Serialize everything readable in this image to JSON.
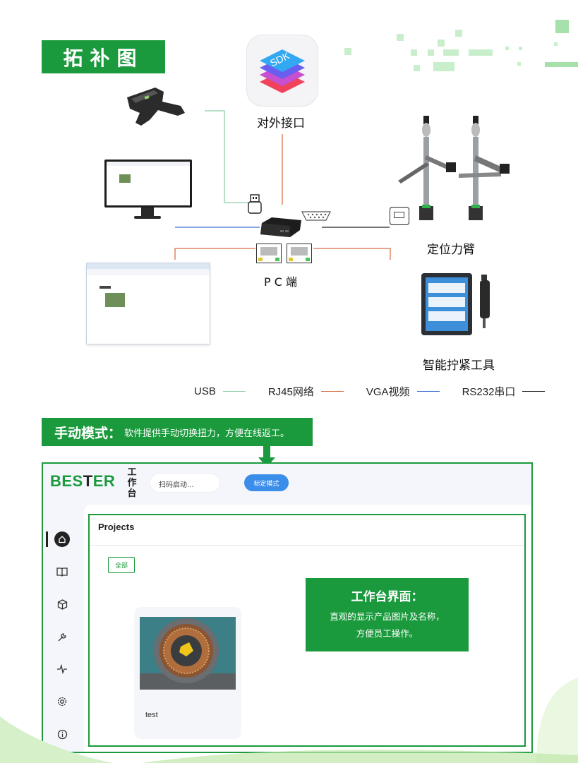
{
  "topology": {
    "title": "拓补图",
    "sdk_label": "对外接口",
    "pc_label": "P C 端",
    "arm_label": "定位力臂",
    "tool_label": "智能拧紧工具",
    "sdk_badge": "SDK"
  },
  "legend": [
    {
      "label": "USB",
      "color": "#8fcfa5"
    },
    {
      "label": "RJ45网络",
      "color": "#d8704a"
    },
    {
      "label": "VGA视频",
      "color": "#3b6fd6"
    },
    {
      "label": "RS232串口",
      "color": "#222222"
    }
  ],
  "manual_mode": {
    "heading": "手动模式：",
    "text": "软件提供手动切换扭力，方便在线返工。"
  },
  "app": {
    "logo": "BESTER",
    "logo_prefix": "BES",
    "logo_mid": "T",
    "logo_suffix": "ER",
    "workspace_title": "工作台",
    "workspace_chars": [
      "工",
      "作",
      "台"
    ],
    "search_placeholder": "扫码启动...",
    "calibrate_button": "标定模式",
    "sidebar": [
      {
        "icon": "home-icon",
        "active": true
      },
      {
        "icon": "book-icon",
        "active": false
      },
      {
        "icon": "cube-icon",
        "active": false
      },
      {
        "icon": "wrench-icon",
        "active": false
      },
      {
        "icon": "activity-icon",
        "active": false
      },
      {
        "icon": "settings-icon",
        "active": false
      },
      {
        "icon": "info-icon",
        "active": false
      }
    ],
    "projects_title": "Projects",
    "filter_all": "全部",
    "cards": [
      {
        "name": "test"
      }
    ],
    "callout": {
      "heading": "工作台界面：",
      "line1": "直观的显示产品图片及名称，",
      "line2": "方便员工操作。"
    }
  },
  "colors": {
    "brand_green": "#1a9a3c",
    "accent_blue": "#3b8dea"
  }
}
